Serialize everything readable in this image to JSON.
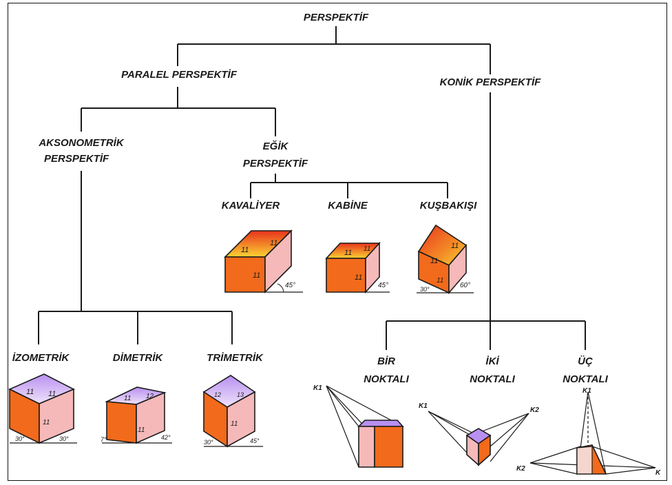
{
  "root": "PERSPEKTİF",
  "paralel": "PARALEL PERSPEKTİF",
  "konik": "KONİK PERSPEKTİF",
  "aksonometrik_line1": "AKSONOMETRİK",
  "aksonometrik_line2": "PERSPEKTİF",
  "egik_line1": "EĞİK",
  "egik_line2": "PERSPEKTİF",
  "kavaliyer": "KAVALİYER",
  "kabine": "KABİNE",
  "kusbakisi": "KUŞBAKIŞI",
  "izometrik": "İZOMETRİK",
  "dimetrik": "DİMETRİK",
  "trimetrik": "TRİMETRİK",
  "bir_line1": "BİR",
  "bir_line2": "NOKTALI",
  "iki_line1": "İKİ",
  "iki_line2": "NOKTALI",
  "uc_line1": "ÜÇ",
  "uc_line2": "NOKTALI",
  "marks": {
    "ll": "11",
    "l2": "12",
    "l3": "13",
    "angle45": "45°",
    "angle30": "30°",
    "angle42": "42°",
    "angle7": "7°",
    "angle60": "60°",
    "k1": "K1",
    "k2": "K2",
    "k": "K"
  },
  "colors": {
    "front": "#f26a1b",
    "side": "#f5b9b9",
    "top_hot": "#e8331c",
    "top_warm": "#fad233",
    "top_violet": "#b890f0",
    "top_light": "#efe2fb",
    "line": "#1a1a1a"
  }
}
